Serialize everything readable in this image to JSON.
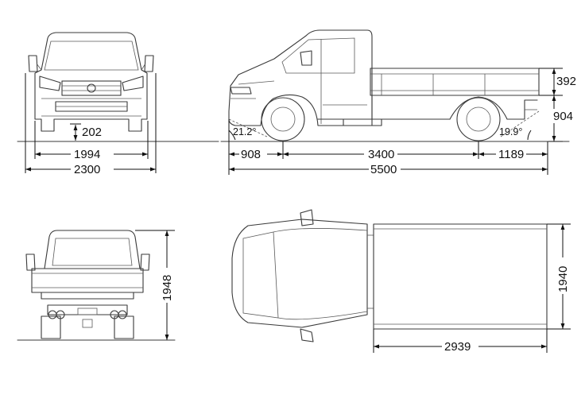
{
  "dimensions": {
    "ground_clearance": "202",
    "front_track": "1994",
    "overall_width": "2300",
    "front_overhang": "908",
    "wheelbase": "3400",
    "rear_overhang": "1189",
    "overall_length": "5500",
    "approach_angle": "21.2°",
    "departure_angle": "19.9°",
    "side_height": "392",
    "platform_height": "904",
    "overall_height": "1948",
    "platform_width": "1940",
    "platform_length": "2939"
  }
}
